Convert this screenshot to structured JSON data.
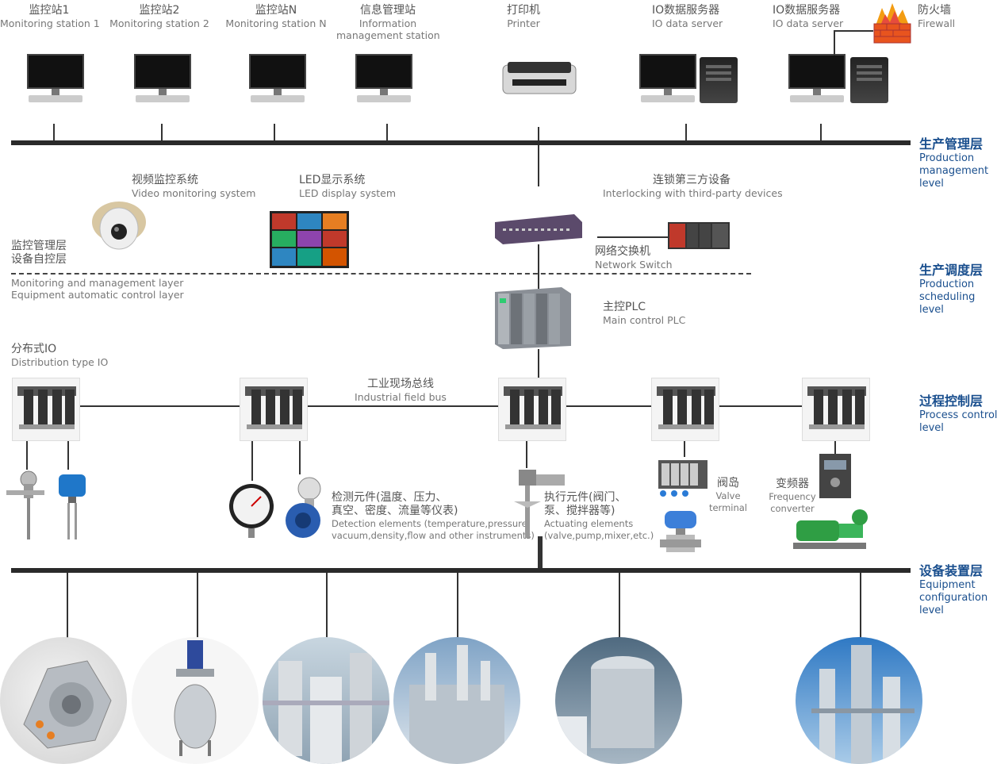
{
  "top": {
    "ms1": {
      "cn": "监控站1",
      "en": "Monitoring station 1"
    },
    "ms2": {
      "cn": "监控站2",
      "en": "Monitoring station 2"
    },
    "msn": {
      "cn": "监控站N",
      "en": "Monitoring station N"
    },
    "info": {
      "cn": "信息管理站",
      "en1": "Information",
      "en2": "management station"
    },
    "printer": {
      "cn": "打印机",
      "en": "Printer"
    },
    "io1": {
      "cn": "IO数据服务器",
      "en": "IO data server"
    },
    "io2": {
      "cn": "IO数据服务器",
      "en": "IO data server"
    },
    "firewall": {
      "cn": "防火墙",
      "en": "Firewall"
    }
  },
  "middle": {
    "video": {
      "cn": "视频监控系统",
      "en": "Video monitoring system"
    },
    "led": {
      "cn": "LED显示系统",
      "en": "LED display system"
    },
    "interlock": {
      "cn": "连锁第三方设备",
      "en": "Interlocking with third-party devices"
    },
    "switch": {
      "cn": "网络交换机",
      "en": "Network Switch"
    },
    "plc": {
      "cn": "主控PLC",
      "en": "Main control PLC"
    },
    "monitor_layer": {
      "cn1": "监控管理层",
      "cn2": "设备自控层",
      "en1": "Monitoring and management layer",
      "en2": "Equipment automatic control layer"
    },
    "dist_io": {
      "cn": "分布式IO",
      "en": "Distribution type IO"
    },
    "fieldbus": {
      "cn": "工业现场总线",
      "en": "Industrial field bus"
    }
  },
  "field": {
    "detect": {
      "cn1": "检测元件(温度、压力、",
      "cn2": "真空、密度、流量等仪表)",
      "en1": "Detection elements (temperature,pressure,",
      "en2": "vacuum,density,flow and other instruments)"
    },
    "actuate": {
      "cn1": "执行元件(阀门、",
      "cn2": "泵、搅拌器等)",
      "en1": "Actuating elements",
      "en2": "(valve,pump,mixer,etc.)"
    },
    "valve": {
      "cn": "阀岛",
      "en1": "Valve",
      "en2": "terminal"
    },
    "vfd": {
      "cn": "变频器",
      "en1": "Frequency",
      "en2": "converter"
    }
  },
  "layers": {
    "production_mgmt": {
      "cn": "生产管理层",
      "en1": "Production",
      "en2": "management",
      "en3": "level"
    },
    "production_sched": {
      "cn": "生产调度层",
      "en1": "Production",
      "en2": "scheduling",
      "en3": "level"
    },
    "process_ctrl": {
      "cn": "过程控制层",
      "en1": "Process control",
      "en2": "level"
    },
    "equipment": {
      "cn": "设备装置层",
      "en1": "Equipment",
      "en2": "configuration",
      "en3": "level"
    }
  },
  "colors": {
    "layer_text": "#1a4f8e",
    "bus": "#2a2a2a"
  }
}
